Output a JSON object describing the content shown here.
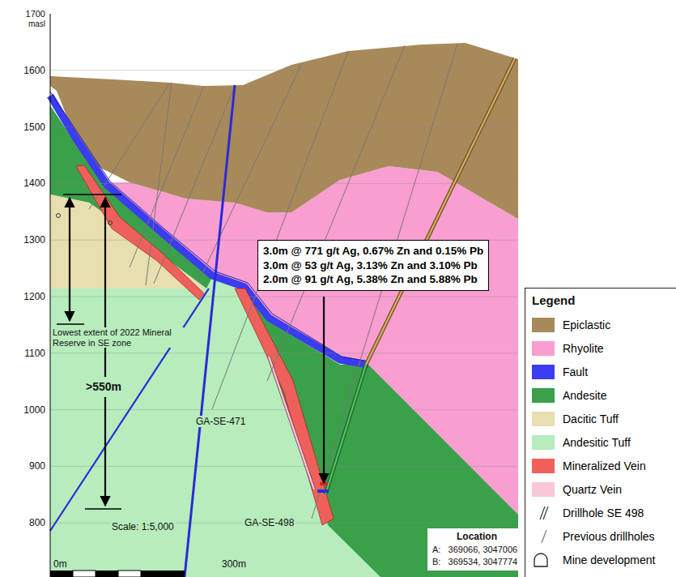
{
  "diagram": {
    "nodes": [
      {
        "text": [
          "3.0m @ 771 g/t Ag, 0.67% Zn and 0.15% Pb",
          "3.0m @ 53 g/t Ag, 3.13% Zn and 3.10% Pb",
          "2.0m @ 91 g/t Ag, 5.38% Zn and 5.88% Pb"
        ]
      }
    ],
    "labels": [
      "1700",
      "masl",
      "1600",
      "1500",
      "1400",
      "1300",
      "1200",
      "1100",
      "1000",
      "900",
      "800",
      "Lowest extent of 2022 Mineral Reserve in SE zone",
      ">550m",
      "GA-SE-471",
      "GA-SE-498",
      "Location",
      "A:   369066, 3047006",
      "B:   369534, 3047774",
      "Scale: 1:5,000",
      "0m",
      "300m",
      "Legend"
    ],
    "legend": [
      {
        "text": "Epiclastic",
        "color": "#a8895a"
      },
      {
        "text": "Rhyolite",
        "color": "#f99ed0"
      },
      {
        "text": "Fault",
        "color": "#3b3bf0"
      },
      {
        "text": "Andesite",
        "color": "#3aa04a"
      },
      {
        "text": "Dacitic Tuff",
        "color": "#e8dfb0"
      },
      {
        "text": "Andesitic Tuff",
        "color": "#b7ecbc"
      },
      {
        "text": "Mineralized Vein",
        "color": "#f0605a"
      },
      {
        "text": "Quartz Vein",
        "color": "#f9c8d6"
      },
      {
        "text": "Drillhole SE 498"
      },
      {
        "text": "Previous drillholes"
      },
      {
        "text": "Mine development"
      }
    ]
  }
}
